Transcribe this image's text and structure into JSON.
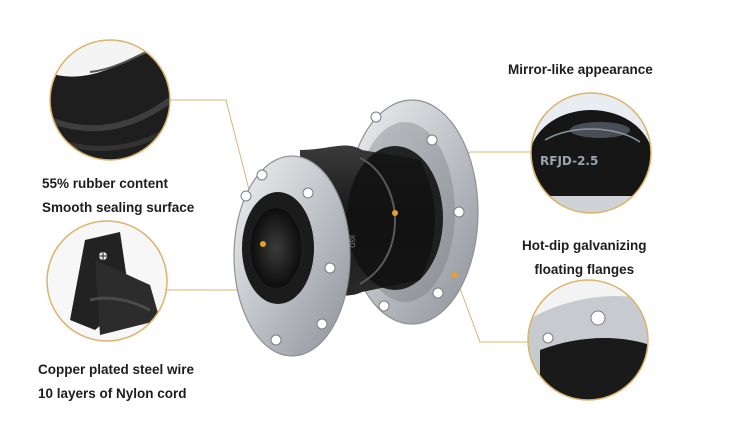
{
  "annotations": {
    "rubber": {
      "line1": "55% rubber content",
      "line2": "Smooth sealing surface"
    },
    "wire": {
      "line1": "Copper plated steel wire",
      "line2": "10 layers of Nylon cord"
    },
    "mirror": {
      "line1": "Mirror-like appearance"
    },
    "flange": {
      "line1": "Hot-dip galvanizing",
      "line2": "floating flanges"
    }
  },
  "colors": {
    "accent_line": "#d8b677",
    "marker": "#e3a126",
    "circle_border": "#d9b46b",
    "rubber": "#1c1c1c",
    "steel": "#c9ccd1"
  }
}
